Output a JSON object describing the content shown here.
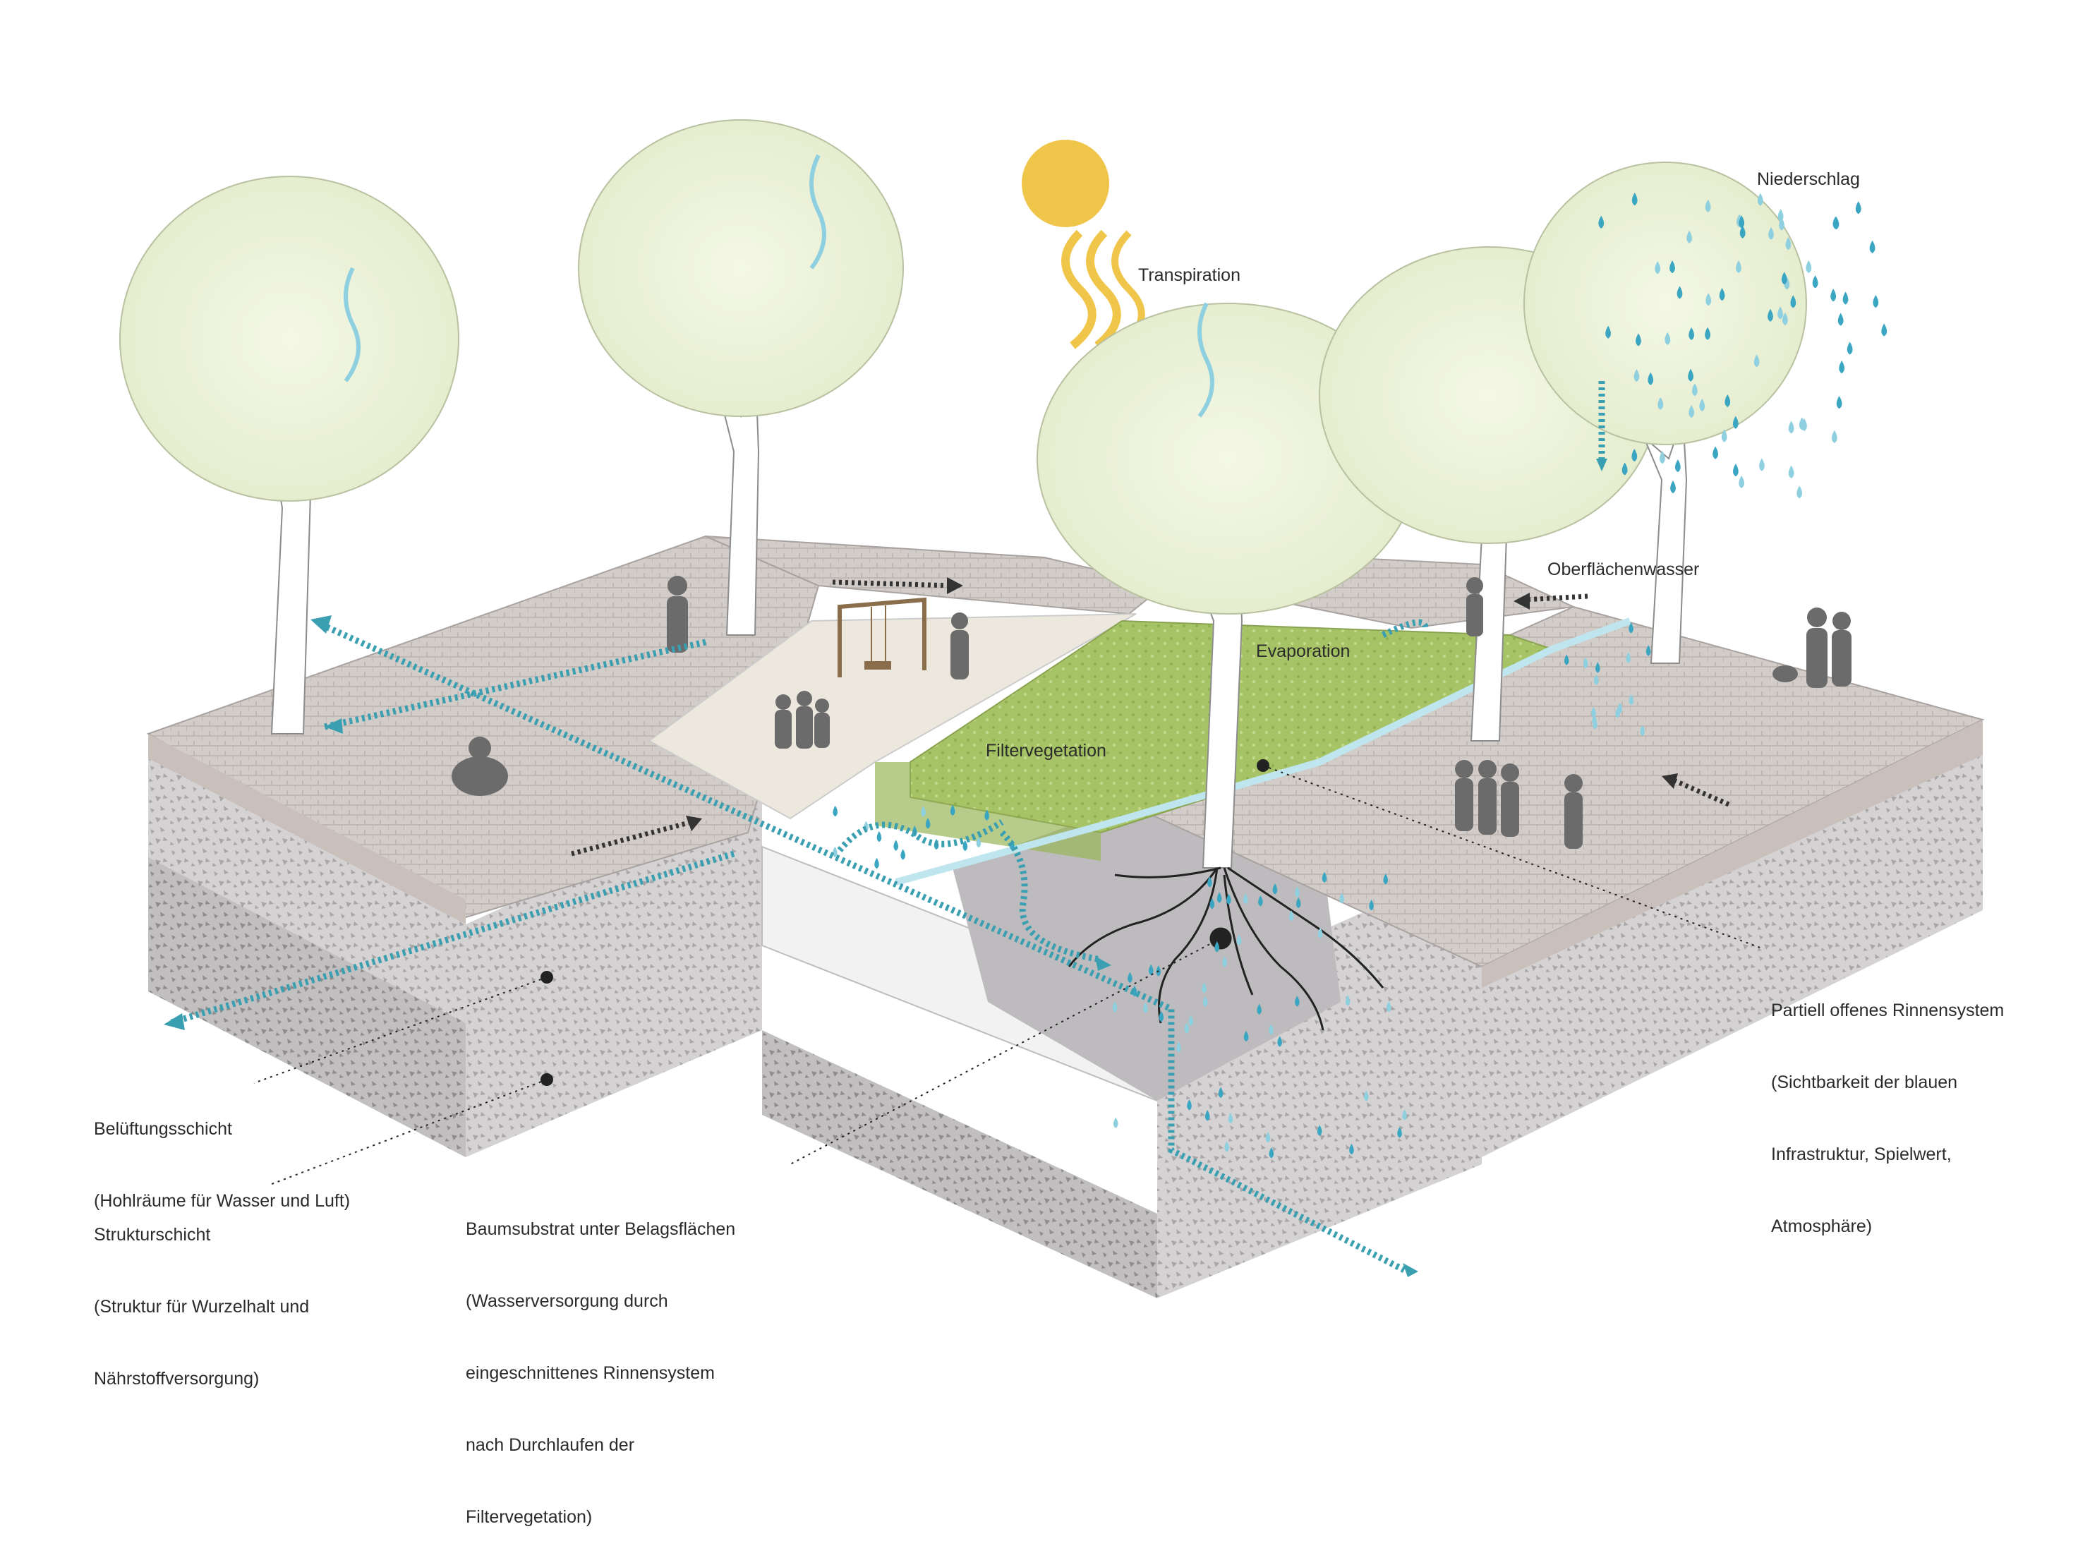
{
  "colors": {
    "water": "#3a9fb0",
    "water_light": "#9fd6e4",
    "arrow_dark": "#333333",
    "sun": "#f0c64a",
    "vegetation": "#9bbd5a",
    "canopy": "#eef3dd",
    "paving": "#cfc9c5",
    "soil": "#c9c6c8"
  },
  "icons": [
    "sun-icon",
    "rain-drop-icon",
    "tree-icon",
    "person-silhouette-icon",
    "swing-icon",
    "flow-arrow-icon"
  ],
  "labels": {
    "niederschlag": "Niederschlag",
    "transpiration": "Transpiration",
    "oberflaechenwasser": "Oberflächenwasser",
    "evaporation": "Evaporation",
    "filtervegetation": "Filtervegetation",
    "rinnensystem": [
      "Partiell offenes Rinnensystem",
      "(Sichtbarkeit der blauen",
      "Infrastruktur, Spielwert,",
      "Atmosphäre)"
    ],
    "belueftung": [
      "Belüftungsschicht",
      "(Hohlräume für Wasser und Luft)"
    ],
    "struktur": [
      "Strukturschicht",
      "(Struktur für Wurzelhalt und",
      "Nährstoffversorgung)"
    ],
    "baumsubstrat": [
      "Baumsubstrat unter Belagsflächen",
      "(Wasserversorgung durch",
      "eingeschnittenes Rinnensystem",
      "nach Durchlaufen der",
      "Filtervegetation)"
    ]
  }
}
